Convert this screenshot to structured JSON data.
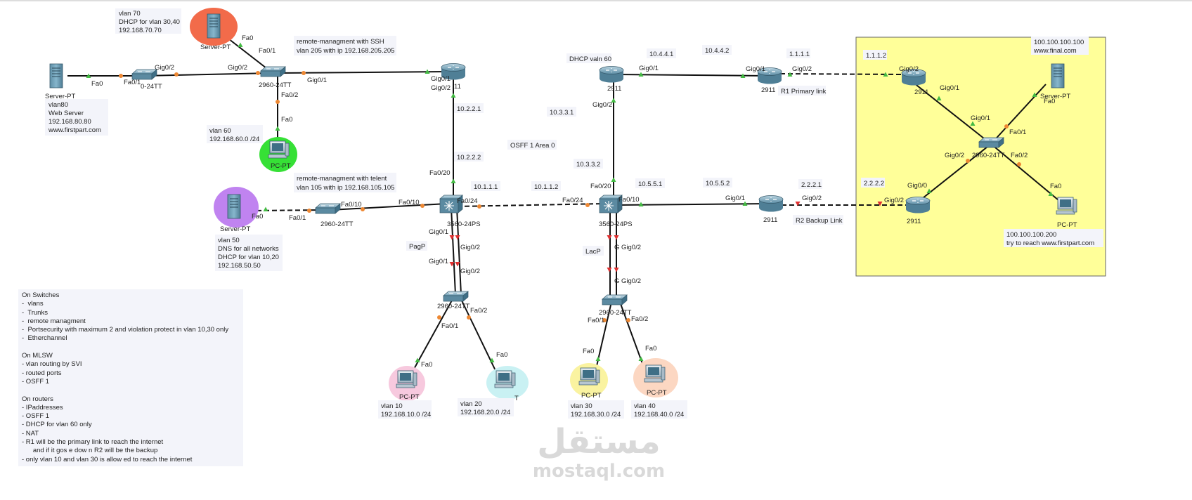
{
  "colors": {
    "zone_fill": "#ffff99",
    "zone_border": "#666666",
    "link": "#111111",
    "port_up": "#44bb44",
    "port_down": "#e03030",
    "port_orange": "#ee8833",
    "note_bg": "#f3f4fa"
  },
  "devices": {
    "server_vlan70": "Server-PT",
    "server_web": "Server-PT",
    "sw_access_left": "0-24TT",
    "sw_top": "2960-24TT",
    "pc_vlan60": "PC-PT",
    "r_top_left": "11",
    "server_dns": "Server-PT",
    "sw_dns": "2960-24TT",
    "mlsw_left": "3560-24PS",
    "mlsw_right": "3560-24PS",
    "sw_bottom_left": "2960-24TT",
    "sw_bottom_right": "2960-24TT",
    "pc_vlan10": "PC-PT",
    "pc_vlan20": "T",
    "pc_vlan30": "PC-PT",
    "pc_vlan40": "PC-PT",
    "r_dhcp": "2911",
    "r1": "2911",
    "r2": "2911",
    "isp_r_top": "2911",
    "isp_r_bottom": "2911",
    "isp_switch": "2960-24TT",
    "isp_server": "Server-PT",
    "isp_pc": "PC-PT"
  },
  "ports": {
    "p_vlan70_fa0": "Fa0",
    "p_top_fa01": "Fa0/1",
    "p_web_fa0": "Fa0",
    "p_acc_fa01": "Fa0/1",
    "p_acc_gig02": "Gig0/2",
    "p_top_gig02": "Gig0/2",
    "p_top_gig01": "Gig0/1",
    "p_top_fa02": "Fa0/2",
    "p_pc60_fa0": "Fa0",
    "p_rtl_gig01": "Gig0/1",
    "p_rtl_gig02": "Gig0/2",
    "p_mlswl_fa020": "Fa0/20",
    "p_dns_fa0": "Fa0",
    "p_swdns_fa01": "Fa0/1",
    "p_swdns_fa010": "Fa0/10",
    "p_mlswl_fa010": "Fa0/10",
    "p_mlswl_fa024": "Fa0/24",
    "p_mlswl_gig01": "Gig0/1",
    "p_mlswl_gig02": "Gig0/2",
    "p_bl_gig01": "Gig0/1",
    "p_bl_gig02": "Gig0/2",
    "p_bl_fa01": "Fa0/1",
    "p_bl_fa02": "Fa0/2",
    "p_pc10_fa0": "Fa0",
    "p_pc20_fa0": "Fa0",
    "p_mlswr_fa024": "Fa0/24",
    "p_mlswr_fa020": "Fa0/20",
    "p_mlswr_fa010": "Fa0/10",
    "p_mlswr_g": "G",
    "p_mlswr_gig02": "Gig0/2",
    "p_br_g": "G",
    "p_br_gig02": "Gig0/2",
    "p_br_fa01": "Fa0/1",
    "p_br_fa02": "Fa0/2",
    "p_pc30_fa0": "Fa0",
    "p_pc40_fa0": "Fa0",
    "p_rdhcp_gig01": "Gig0/1",
    "p_rdhcp_gig02": "Gig0/2",
    "p_r1_gig01": "Gig0/1",
    "p_r1_gig02": "Gig0/2",
    "p_r2_gig01": "Gig0/1",
    "p_r2_gig02": "Gig0/2",
    "p_ispt_gig02": "Gig0/2",
    "p_ispt_gig01": "Gig0/1",
    "p_isps_gig01": "Gig0/1",
    "p_isps_fa01": "Fa0/1",
    "p_isps_gig02": "Gig0/2",
    "p_isps_fa02": "Fa0/2",
    "p_ispsrv_fa0": "Fa0",
    "p_ispb_gig00": "Gig0/0",
    "p_ispb_gig02": "Gig0/2",
    "p_isppc_fa0": "Fa0"
  },
  "labels": {
    "vlan70_title": "vlan 70",
    "vlan70_dhcp": "DHCP for vlan 30,40",
    "vlan70_ip": "192.168.70.70",
    "web_vlan": "vlan80",
    "web_role": "Web Server",
    "web_ip": "192.168.80.80",
    "web_domain": "www.firstpart.com",
    "ssh_line1": "remote-managment with SSH",
    "ssh_line2": "vlan 205 with ip 192.168.205.205",
    "vlan60_title": "vlan 60",
    "vlan60_net": "192.168.60.0 /24",
    "telnet_line1": "remote-managment with telent",
    "telnet_line2": "vlan 105 with ip 192.168.105.105",
    "dns_vlan": "vlan 50",
    "dns_role": "DNS for all networks",
    "dns_dhcp": "DHCP for vlan 10,20",
    "dns_ip": "192.168.50.50",
    "ip_10221": "10.2.2.1",
    "ip_10222": "10.2.2.2",
    "ip_10111": "10.1.1.1",
    "ip_10112": "10.1.1.2",
    "ip_10331": "10.3.3.1",
    "ip_10332": "10.3.3.2",
    "ip_10441": "10.4.4.1",
    "ip_10442": "10.4.4.2",
    "ip_10551": "10.5.5.1",
    "ip_10552": "10.5.5.2",
    "ip_1111": "1.1.1.1",
    "ip_1112": "1.1.1.2",
    "ip_2221": "2.2.2.1",
    "ip_2222": "2.2.2.2",
    "ospf": "OSFF 1 Area 0",
    "dhcp_vlan60": "DHCP valn 60",
    "r1_primary": "R1 Primary link",
    "r2_backup": "R2 Backup Link",
    "pagp": "PagP",
    "lacp": "LacP",
    "vlan10_title": "vlan 10",
    "vlan10_net": "192.168.10.0 /24",
    "vlan20_title": "vlan 20",
    "vlan20_net": "192.168.20.0 /24",
    "vlan30_title": "vlan 30",
    "vlan30_net": "192.168.30.0 /24",
    "vlan40_title": "vlan 40",
    "vlan40_net": "192.168.40.0 /24",
    "final_ip": "100.100.100.100",
    "final_domain": "www.final.com",
    "isp_pc_ip": "100.100.100.200",
    "isp_pc_try": "try to reach www.firstpart.com"
  },
  "notes": {
    "text": "On Switches\n-  vlans\n-  Trunks\n-  remote managment\n-  Portsecurity with maximum 2 and violation protect in vlan 10,30 only\n-  Etherchannel\n\nOn MLSW\n- vlan routing by SVI\n- routed ports\n- OSFF 1\n\nOn routers\n- IPaddresses\n- OSFF 1\n- DHCP for vlan 60 only\n- NAT\n- R1 will be the primary link to reach the internet\n      and if it gos e dow n R2 will be the backup\n- only vlan 10 and vlan 30 is allow ed to reach the internet"
  },
  "watermark": {
    "arabic": "مستقل",
    "latin": "mostaql.com"
  }
}
